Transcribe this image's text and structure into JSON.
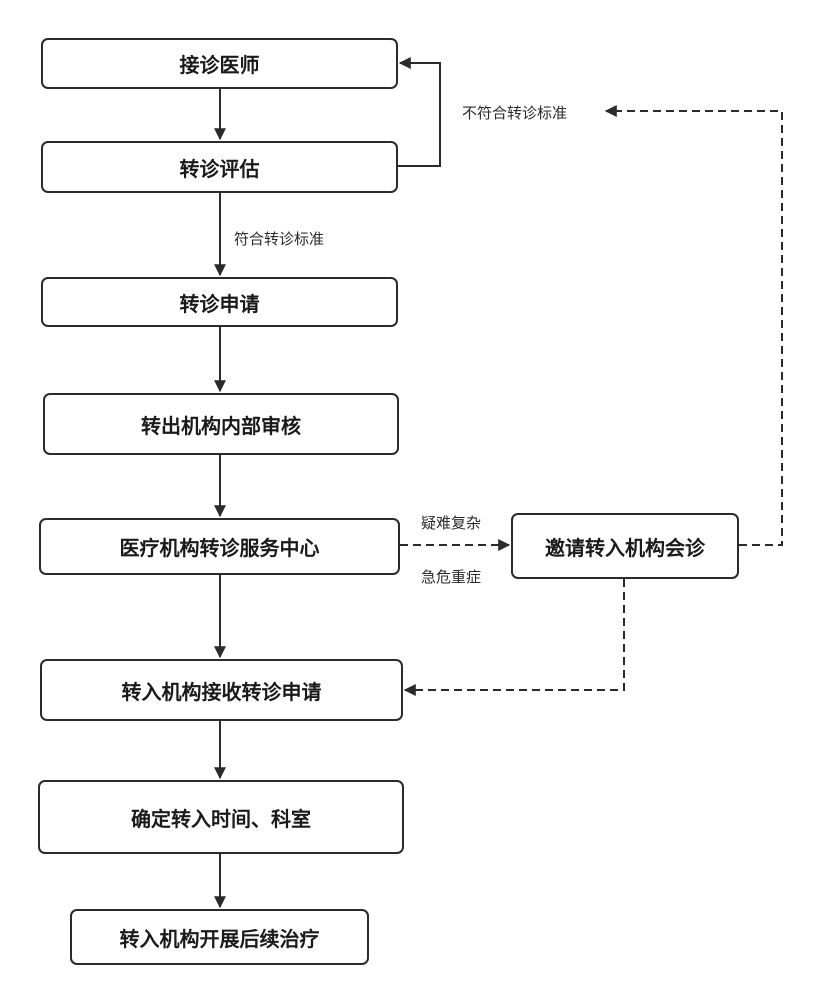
{
  "nodes": {
    "doctor": "接诊医师",
    "assess": "转诊评估",
    "apply": "转诊申请",
    "review": "转出机构内部审核",
    "center": "医疗机构转诊服务中心",
    "consult": "邀请转入机构会诊",
    "receive": "转入机构接收转诊申请",
    "confirm": "确定转入时间、科室",
    "treat": "转入机构开展后续治疗"
  },
  "edge_labels": {
    "meets": "符合转诊标准",
    "not_meets": "不符合转诊标准",
    "difficult": "疑难复杂",
    "critical": "急危重症"
  },
  "colors": {
    "stroke": "#2b2b2b",
    "background": "#ffffff"
  }
}
